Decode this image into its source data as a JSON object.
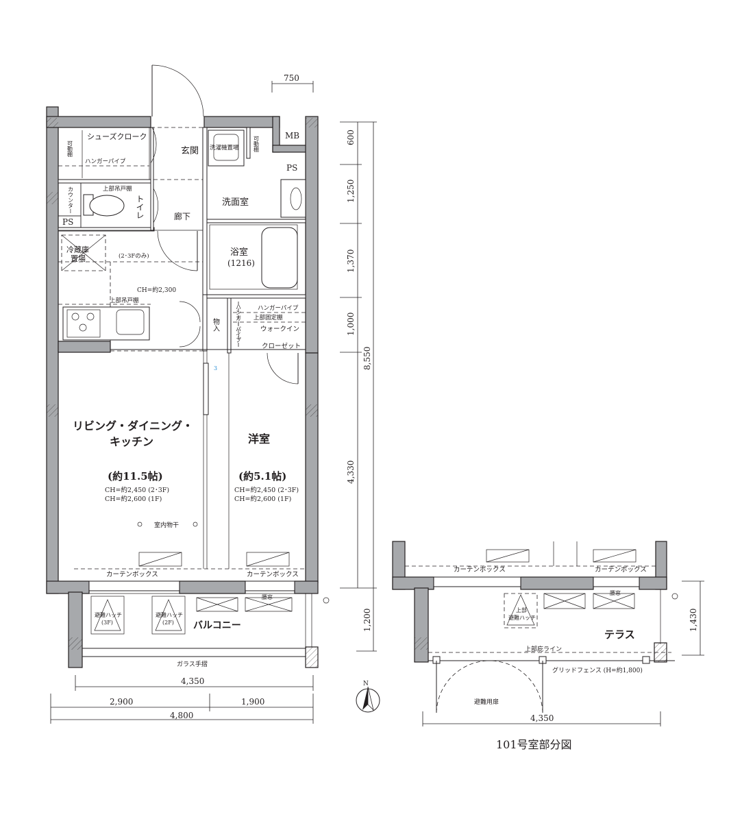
{
  "labels": {
    "shoes_cloak": "シューズクローク",
    "movable_shelf_1": "可動棚",
    "hanger_pipe_1": "ハンガーパイプ",
    "genkan": "玄関",
    "washer": "洗濯機置場",
    "movable_shelf_2": "可動棚",
    "mb": "MB",
    "ps_1": "PS",
    "counter": "カウンター",
    "upper_cabinet_1": "上部吊戸棚",
    "toilet": "トイレ",
    "ps_2": "PS",
    "hallway": "廊下",
    "washroom": "洗面室",
    "fridge_1": "冷蔵庫",
    "fridge_2": "置場",
    "floor_note": "(2･3Fのみ)",
    "bath_1": "浴室",
    "bath_2": "(1216)",
    "ch_kitchen": "CH=約2,300",
    "upper_cabinet_2": "上部吊戸棚",
    "storage": "物入",
    "hanger_pipe_2": "ハンガーパイプ",
    "hanger_pipe_v": "ハンガーパイプ",
    "upper_fixed_shelf": "上部固定棚",
    "walkin": "ウォークイン",
    "closet": "クローゼット",
    "ldk_1": "リビング・ダイニング・",
    "ldk_2": "キッチン",
    "ldk_size": "(約11.5帖)",
    "ldk_ch1": "CH=約2,450 (2･3F)",
    "ldk_ch2": "CH=約2,600 (1F)",
    "indoor_dry": "室内物干",
    "western": "洋室",
    "western_size": "(約5.1帖)",
    "west_ch1": "CH=約2,450 (2･3F)",
    "west_ch2": "CH=約2,600 (1F)",
    "curtain_box_1": "カーテンボックス",
    "curtain_box_2": "カーテンボックス",
    "hatch_3f_1": "避難ハッチ",
    "hatch_3f_2": "(3F)",
    "hatch_2f_1": "避難ハッチ",
    "hatch_2f_2": "(2F)",
    "balcony": "バルコニー",
    "window_1": "腰窓",
    "glass_rail": "ガラス手摺",
    "marker_3": "3",
    "terrace": "テラス",
    "curtain_box_3": "カーテンボックス",
    "curtain_box_4": "カーテンボックス",
    "window_2": "腰窓",
    "hatch_upper_1": "上部",
    "hatch_upper_2": "避難ハッチ",
    "eave_line": "上部庇ライン",
    "grid_fence": "グリッドフェンス (H=約1,800)",
    "escape_door": "避難用扉",
    "north": "N",
    "caption": "101号室部分図"
  },
  "dimensions": {
    "top_750": "750",
    "v_600": "600",
    "v_1250": "1,250",
    "v_1370": "1,370",
    "v_1000": "1,000",
    "v_4330": "4,330",
    "v_1200": "1,200",
    "v_8550": "8,550",
    "h_4350": "4,350",
    "h_2900": "2,900",
    "h_1900": "1,900",
    "h_4800": "4,800",
    "terrace_4350": "4,350",
    "terrace_1430": "1,430"
  },
  "colors": {
    "wall": "#a7a9ac",
    "ink": "#231f20",
    "marker": "#2b8fd6"
  }
}
